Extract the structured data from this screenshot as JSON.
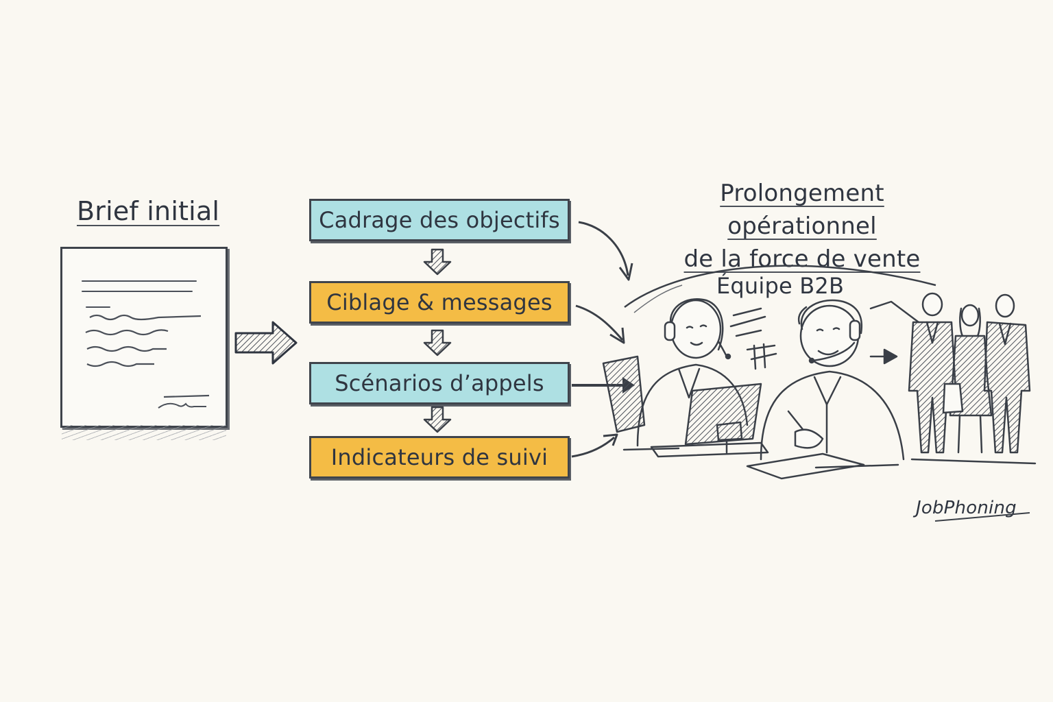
{
  "brief": {
    "title": "Brief initial",
    "icon": "document-icon"
  },
  "flow_arrow": {
    "icon": "hatched-right-arrow-icon"
  },
  "steps": [
    {
      "label": "Cadrage des objectifs",
      "color": "#aee0e3"
    },
    {
      "label": "Ciblage & messages",
      "color": "#f4bc45"
    },
    {
      "label": "Scénarios d’appels",
      "color": "#aee0e3"
    },
    {
      "label": "Indicateurs de suivi",
      "color": "#f4bc45"
    }
  ],
  "outcome": {
    "title_line1": "Prolongement opérationnel",
    "title_line2": "de la force de vente",
    "team_label": "Équipe B2B",
    "illustration": "call-center-team-illustration"
  },
  "brand": "JobPhoning",
  "colors": {
    "background": "#faf8f2",
    "ink": "#2f3540",
    "blue": "#aee0e3",
    "yellow": "#f4bc45"
  }
}
